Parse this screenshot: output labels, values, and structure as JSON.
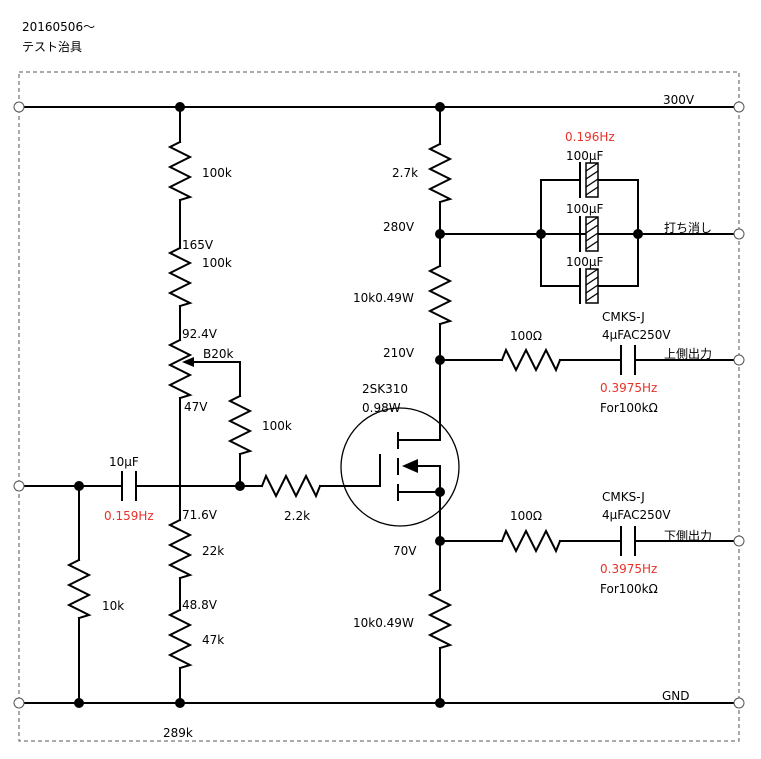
{
  "header": {
    "date": "20160506～",
    "title": "テスト治具"
  },
  "rails": {
    "top": "300V",
    "bottom": "GND"
  },
  "left_divider": {
    "r_top": "100k",
    "v_mid": "165V",
    "r_mid": "100k",
    "v_pot_top": "92.4V",
    "pot": "B20k",
    "v_pot_bottom": "47V",
    "r_gate_bias": "100k",
    "v_low": "71.6V",
    "r_low": "22k",
    "v_lowest": "48.8V",
    "r_bottom": "47k",
    "total": "289k"
  },
  "input": {
    "cap": "10μF",
    "freq": "0.159Hz",
    "r_shunt": "10k",
    "r_gate": "2.2k"
  },
  "fet": {
    "part": "2SK310",
    "power": "0.98W"
  },
  "right_chain": {
    "r_top": "2.7k",
    "v_280": "280V",
    "r_drain": "10k0.49W",
    "v_drain": "210V",
    "v_source": "70V",
    "r_source": "10k0.49W"
  },
  "bypass": {
    "freq": "0.196Hz",
    "caps": [
      "100μF",
      "100μF",
      "100μF"
    ],
    "output": "打ち消し"
  },
  "upper_out": {
    "r": "100Ω",
    "cap_part": "CMKS-J",
    "cap_val": "4μFAC250V",
    "freq": "0.3975Hz",
    "load": "For100kΩ",
    "label": "上側出力"
  },
  "lower_out": {
    "r": "100Ω",
    "cap_part": "CMKS-J",
    "cap_val": "4μFAC250V",
    "freq": "0.3975Hz",
    "load": "For100kΩ",
    "label": "下側出力"
  }
}
